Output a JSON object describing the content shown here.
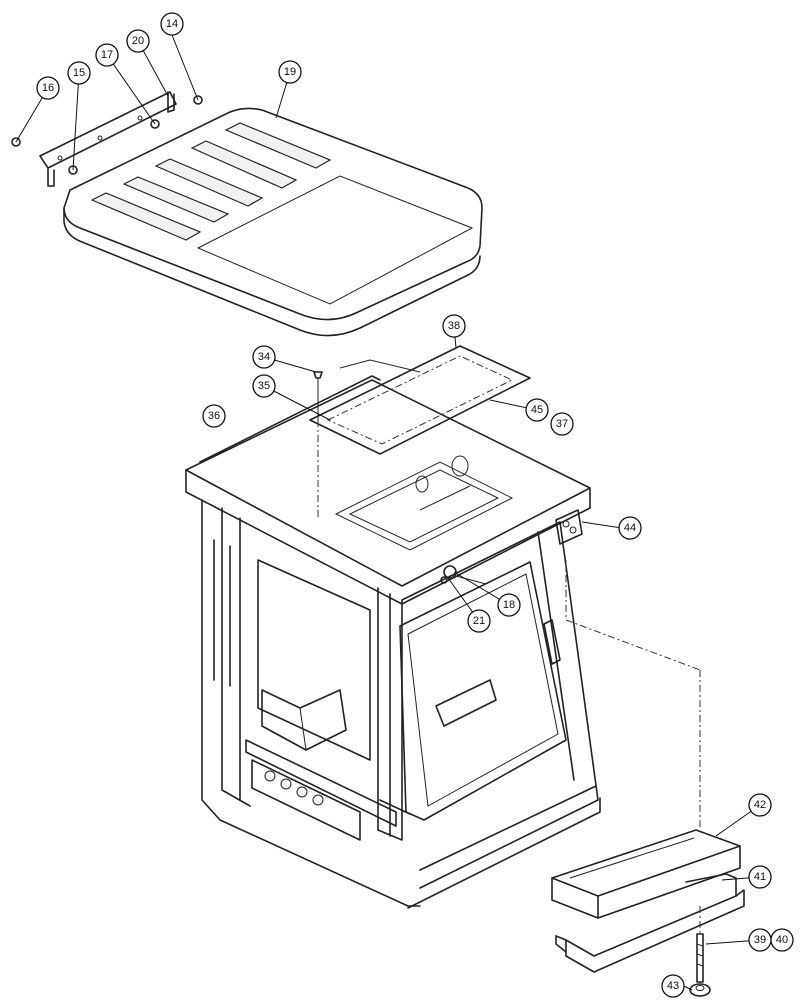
{
  "callouts": [
    {
      "label": "14"
    },
    {
      "label": "15"
    },
    {
      "label": "16"
    },
    {
      "label": "17"
    },
    {
      "label": "19"
    },
    {
      "label": "20"
    },
    {
      "label": "34"
    },
    {
      "label": "35"
    },
    {
      "label": "36"
    },
    {
      "label": "37"
    },
    {
      "label": "38"
    },
    {
      "label": "45"
    },
    {
      "label": "44"
    },
    {
      "label": "21"
    },
    {
      "label": "18"
    },
    {
      "label": "42"
    },
    {
      "label": "41"
    },
    {
      "label": "39"
    },
    {
      "label": "40"
    },
    {
      "label": "43"
    }
  ]
}
